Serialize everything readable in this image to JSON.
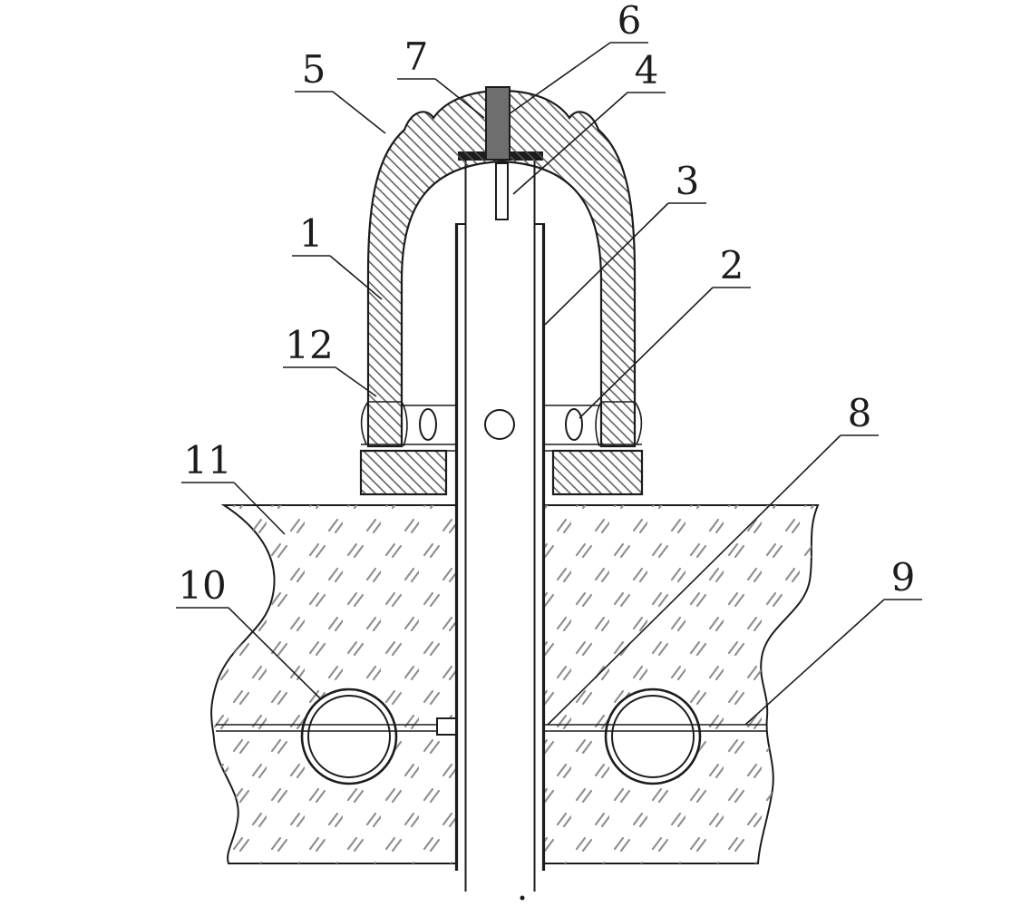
{
  "figure": {
    "kind": "patent-style cross-section diagram of a wellhead cap assembly over buried pipes",
    "labels": [
      "1",
      "2",
      "3",
      "4",
      "5",
      "6",
      "7",
      "8",
      "9",
      "10",
      "11",
      "12"
    ]
  },
  "colors": {
    "background": "#ffffff",
    "line": "#1c1c1c",
    "hatch": "#555555",
    "soil": "#8f8f8f",
    "cap_fill": "#6e6e6e"
  }
}
